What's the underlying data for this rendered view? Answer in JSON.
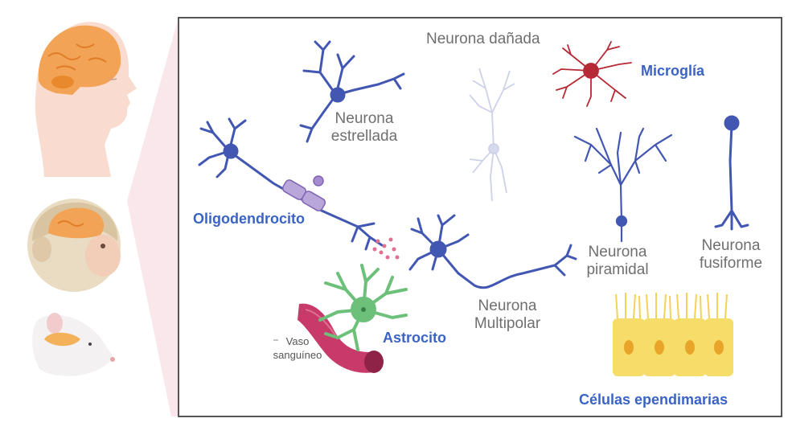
{
  "labels": {
    "damaged_neuron": "Neurona dañada",
    "microglia": "Microglía",
    "stellate_neuron": "Neurona estrellada",
    "oligodendrocyte": "Oligodendrocito",
    "pyramidal_neuron": "Neurona piramidal",
    "fusiform_neuron": "Neurona fusiforme",
    "multipolar_neuron": "Neurona Multipolar",
    "astrocyte": "Astrocito",
    "blood_vessel": "Vaso sanguíneo",
    "ependymal_cells": "Células ependimarias"
  },
  "colors": {
    "neuron_blue": "#4257b2",
    "microglia_red": "#b52a35",
    "astrocyte_green": "#6cc07a",
    "vessel_pink": "#c73a6a",
    "ependymal_yellow": "#f6dd6a",
    "label_blue": "#3a63c4",
    "label_gray": "#6f6f6f"
  },
  "species_icons": [
    "human-head",
    "monkey-head",
    "rat-head"
  ]
}
